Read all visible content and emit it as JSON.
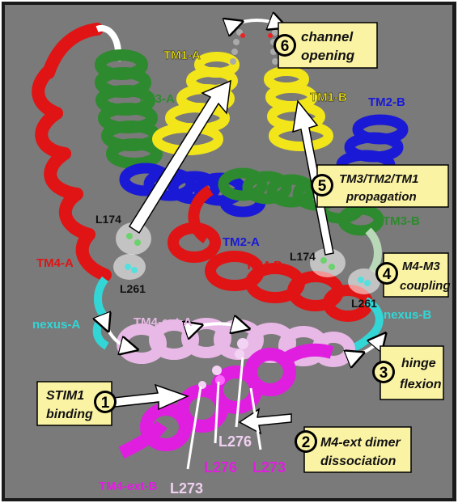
{
  "figure": {
    "colors": {
      "background": "#7a7a7a",
      "frame": "#1a1a1a",
      "tm1": "#f2e61a",
      "tm2": "#1a1ad6",
      "tm3": "#2e8a2e",
      "tm4": "#e01414",
      "nexus": "#33d6d6",
      "tm4_ext_a": "#e8b8e6",
      "tm4_ext_b": "#e01ee0",
      "callout_fill": "#fbf3a4",
      "arrow_fill": "#ffffff"
    },
    "helix_labels": {
      "tm1_a": "TM1-A",
      "tm1_b": "TM1-B",
      "tm2_a": "TM2-A",
      "tm2_b": "TM2-B",
      "tm3_a": "TM3-A",
      "tm3_b": "TM3-B",
      "tm4_a": "TM4-A",
      "tm4_b": "TM4-B",
      "nexus_a": "nexus-A",
      "nexus_b": "nexus-B",
      "tm4_ext_a": "TM4-ext-A",
      "tm4_ext_b": "TM4-ext-B"
    },
    "residues": {
      "l174_a": "L174",
      "l174_b": "L174",
      "l261_a": "L261",
      "l261_b": "L261",
      "l276_a": "L276",
      "l276_b": "L276",
      "l273_a": "L273",
      "l273_b": "L273"
    },
    "steps": [
      {
        "number": "1",
        "line1": "STIM1",
        "line2": "binding",
        "icon": "step-number-badge"
      },
      {
        "number": "2",
        "line1": "M4-ext dimer",
        "line2": "dissociation",
        "icon": "step-number-badge"
      },
      {
        "number": "3",
        "line1": "hinge",
        "line2": "flexion",
        "icon": "step-number-badge"
      },
      {
        "number": "4",
        "line1": "M4-M3",
        "line2": "coupling",
        "icon": "step-number-badge"
      },
      {
        "number": "5",
        "line1": "TM3/TM2/TM1",
        "line2": "propagation",
        "icon": "step-number-badge"
      },
      {
        "number": "6",
        "line1": "channel",
        "line2": "opening",
        "icon": "step-number-badge"
      }
    ]
  }
}
